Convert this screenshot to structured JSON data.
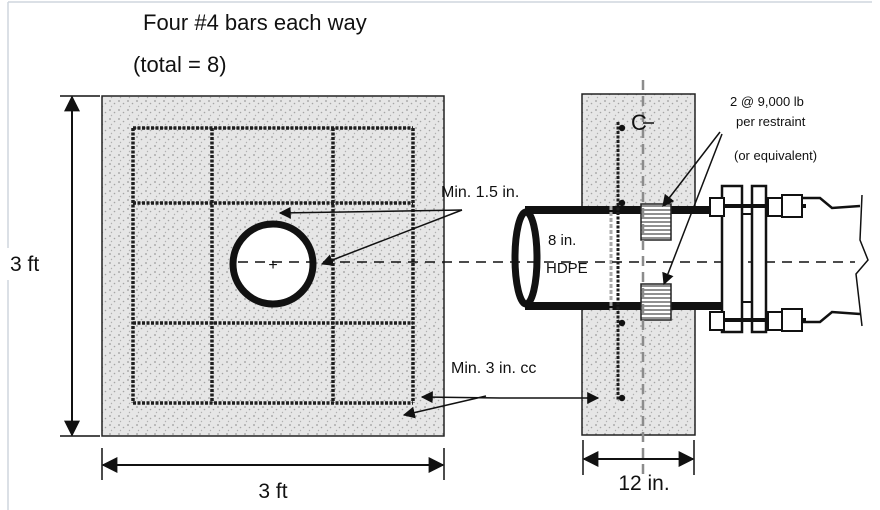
{
  "labels": {
    "title_line1": "Four #4 bars each way",
    "title_line2": "(total = 8)",
    "height_dim": "3 ft",
    "width_dim": "3 ft",
    "min_clear": "Min. 1.5 in.",
    "min_spacing": "Min. 3 in. cc",
    "pipe_size": "8 in.",
    "pipe_material": "HDPE",
    "thickness_dim": "12 in.",
    "restraint_line1": "2 @ 9,000 lb",
    "restraint_line2": "per restraint",
    "restraint_line3": "(or equivalent)",
    "centerline": "C",
    "center_mark": "+"
  },
  "colors": {
    "concrete_fill": "#e6e6e6",
    "concrete_dots": "#9a9a9a",
    "rebar": "#1e1e1e",
    "outline": "#222222",
    "centerline": "#8c8c8c"
  }
}
